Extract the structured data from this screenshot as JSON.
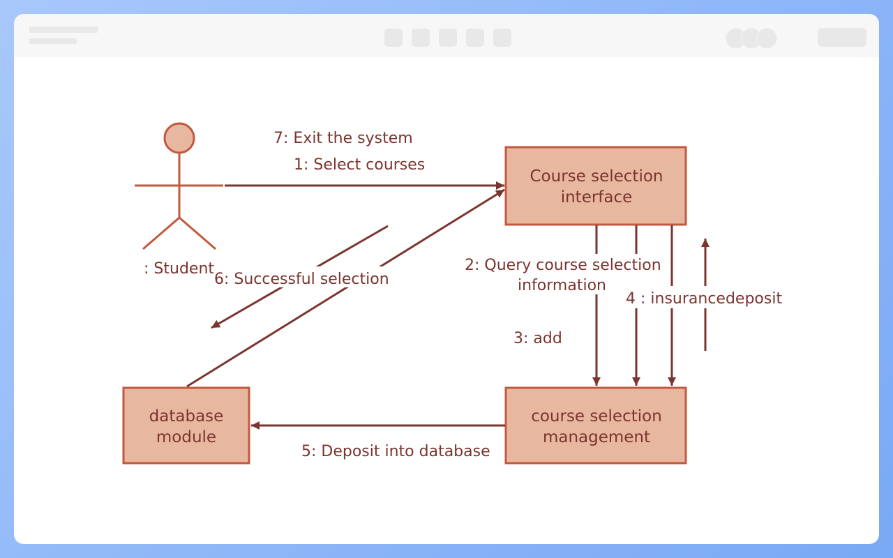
{
  "diagram": {
    "actor": {
      "label": ": Student"
    },
    "boxes": {
      "course_selection_interface": {
        "line1": "Course selection",
        "line2": "interface"
      },
      "course_selection_management": {
        "line1": "course selection",
        "line2": "management"
      },
      "database_module": {
        "line1": "database",
        "line2": "module"
      }
    },
    "messages": {
      "m7": "7: Exit the system",
      "m1": "1: Select courses",
      "m2_line1": "2: Query course selection",
      "m2_line2": "information",
      "m3": "3: add",
      "m4": "4 : insurancedeposit",
      "m5": "5: Deposit into database",
      "m6": "6: Successful selection"
    },
    "colors": {
      "box_fill": "#e8b7a0",
      "box_stroke": "#c2583f",
      "arrow": "#7b342e",
      "text": "#7b342e"
    }
  }
}
